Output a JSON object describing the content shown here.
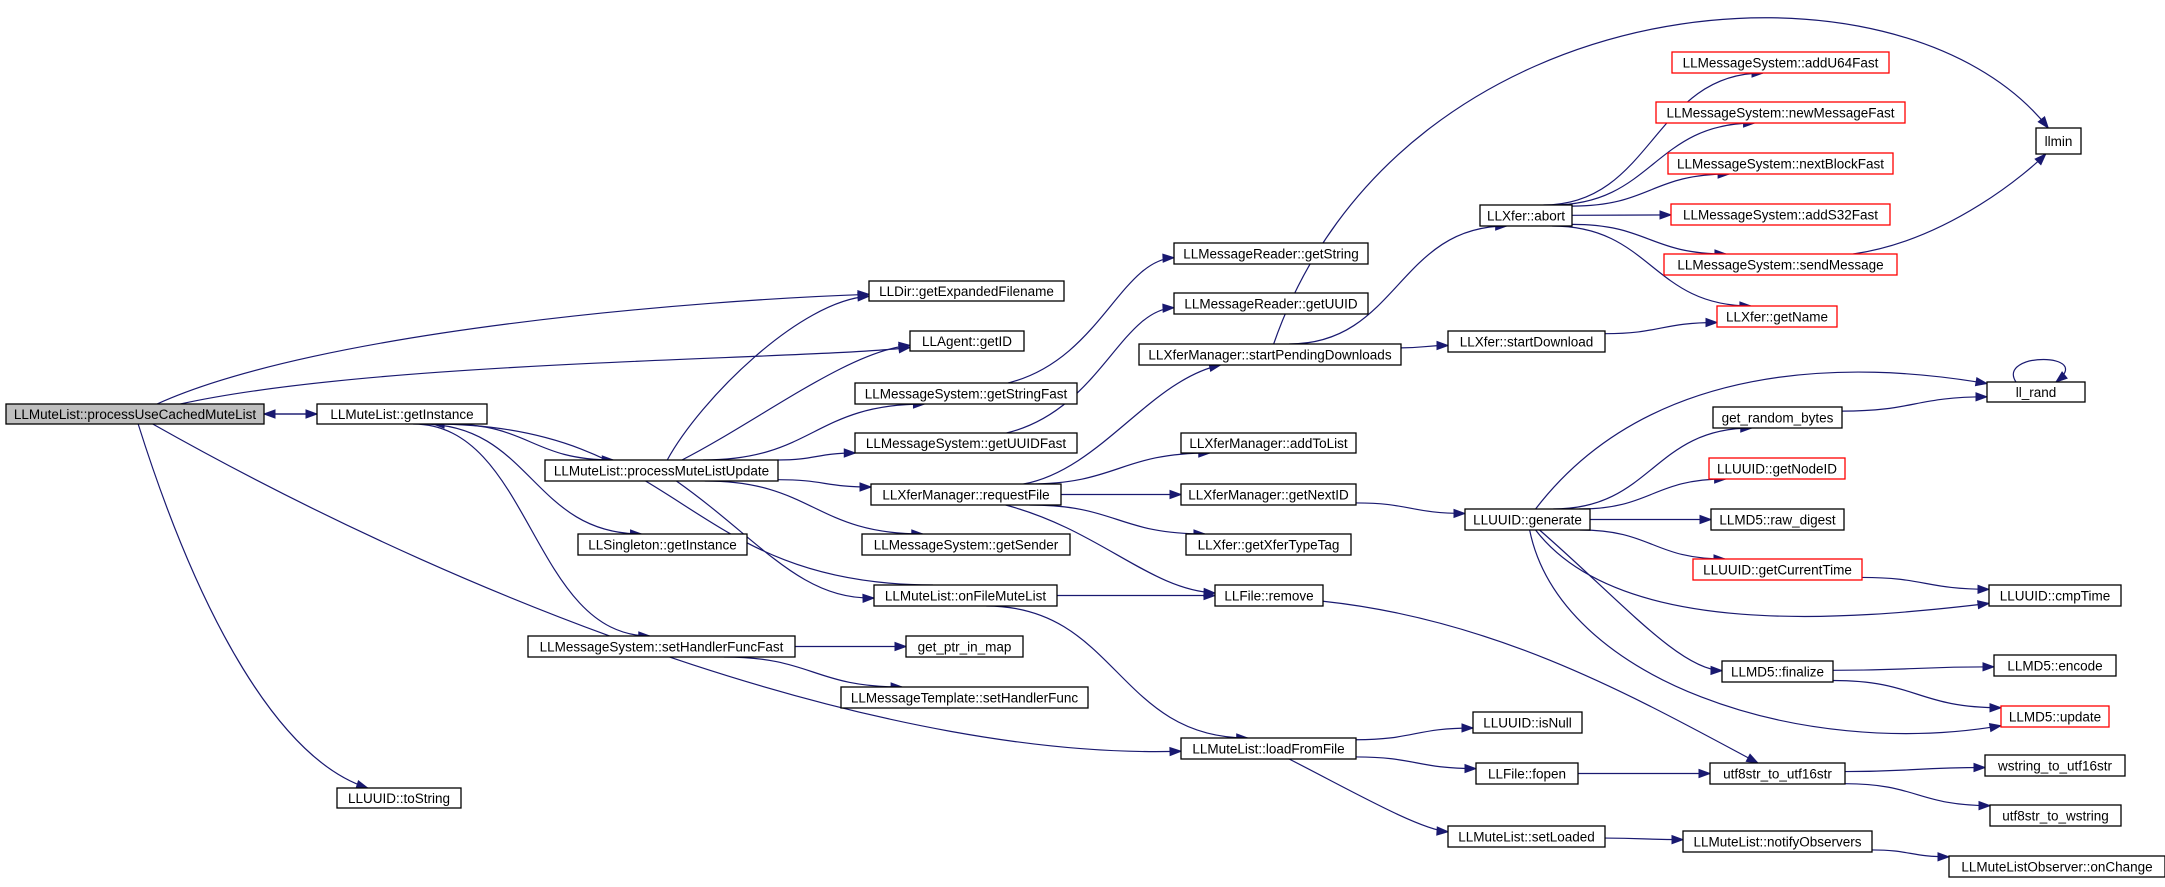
{
  "nodes": {
    "processUseCachedMuteList": {
      "label": "LLMuteList::processUseCachedMuteList",
      "style": "root"
    },
    "getInstance": {
      "label": "LLMuteList::getInstance",
      "style": "normal"
    },
    "toString": {
      "label": "LLUUID::toString",
      "style": "normal"
    },
    "getExpandedFilename": {
      "label": "LLDir::getExpandedFilename",
      "style": "normal"
    },
    "agentGetID": {
      "label": "LLAgent::getID",
      "style": "normal"
    },
    "processMuteListUpdate": {
      "label": "LLMuteList::processMuteListUpdate",
      "style": "normal"
    },
    "singletonGetInstance": {
      "label": "LLSingleton::getInstance",
      "style": "normal"
    },
    "setHandlerFuncFast": {
      "label": "LLMessageSystem::setHandlerFuncFast",
      "style": "normal"
    },
    "getStringFast": {
      "label": "LLMessageSystem::getStringFast",
      "style": "normal"
    },
    "getUUIDFast": {
      "label": "LLMessageSystem::getUUIDFast",
      "style": "normal"
    },
    "requestFile": {
      "label": "LLXferManager::requestFile",
      "style": "normal"
    },
    "getSender": {
      "label": "LLMessageSystem::getSender",
      "style": "normal"
    },
    "onFileMuteList": {
      "label": "LLMuteList::onFileMuteList",
      "style": "normal"
    },
    "getPtrInMap": {
      "label": "get_ptr_in_map",
      "style": "normal"
    },
    "setHandlerFunc": {
      "label": "LLMessageTemplate::setHandlerFunc",
      "style": "normal"
    },
    "readerGetString": {
      "label": "LLMessageReader::getString",
      "style": "normal"
    },
    "readerGetUUID": {
      "label": "LLMessageReader::getUUID",
      "style": "normal"
    },
    "startPendingDownloads": {
      "label": "LLXferManager::startPendingDownloads",
      "style": "normal"
    },
    "addToList": {
      "label": "LLXferManager::addToList",
      "style": "normal"
    },
    "getNextID": {
      "label": "LLXferManager::getNextID",
      "style": "normal"
    },
    "getXferTypeTag": {
      "label": "LLXfer::getXferTypeTag",
      "style": "normal"
    },
    "fileRemove": {
      "label": "LLFile::remove",
      "style": "normal"
    },
    "loadFromFile": {
      "label": "LLMuteList::loadFromFile",
      "style": "normal"
    },
    "xferAbort": {
      "label": "LLXfer::abort",
      "style": "normal"
    },
    "startDownload": {
      "label": "LLXfer::startDownload",
      "style": "normal"
    },
    "uuidGenerate": {
      "label": "LLUUID::generate",
      "style": "normal"
    },
    "isNull": {
      "label": "LLUUID::isNull",
      "style": "normal"
    },
    "fopen": {
      "label": "LLFile::fopen",
      "style": "normal"
    },
    "setLoaded": {
      "label": "LLMuteList::setLoaded",
      "style": "normal"
    },
    "addU64Fast": {
      "label": "LLMessageSystem::addU64Fast",
      "style": "truncated"
    },
    "newMessageFast": {
      "label": "LLMessageSystem::newMessageFast",
      "style": "truncated"
    },
    "nextBlockFast": {
      "label": "LLMessageSystem::nextBlockFast",
      "style": "truncated"
    },
    "addS32Fast": {
      "label": "LLMessageSystem::addS32Fast",
      "style": "truncated"
    },
    "sendMessage": {
      "label": "LLMessageSystem::sendMessage",
      "style": "truncated"
    },
    "xferGetName": {
      "label": "LLXfer::getName",
      "style": "truncated"
    },
    "getRandomBytes": {
      "label": "get_random_bytes",
      "style": "normal"
    },
    "getNodeID": {
      "label": "LLUUID::getNodeID",
      "style": "truncated"
    },
    "rawDigest": {
      "label": "LLMD5::raw_digest",
      "style": "normal"
    },
    "getCurrentTime": {
      "label": "LLUUID::getCurrentTime",
      "style": "truncated"
    },
    "md5Finalize": {
      "label": "LLMD5::finalize",
      "style": "normal"
    },
    "utf8ToUtf16": {
      "label": "utf8str_to_utf16str",
      "style": "normal"
    },
    "notifyObservers": {
      "label": "LLMuteList::notifyObservers",
      "style": "normal"
    },
    "llmin": {
      "label": "llmin",
      "style": "normal"
    },
    "llRand": {
      "label": "ll_rand",
      "style": "normal"
    },
    "cmpTime": {
      "label": "LLUUID::cmpTime",
      "style": "normal"
    },
    "md5Encode": {
      "label": "LLMD5::encode",
      "style": "normal"
    },
    "md5Update": {
      "label": "LLMD5::update",
      "style": "truncated"
    },
    "wstringToUtf16": {
      "label": "wstring_to_utf16str",
      "style": "normal"
    },
    "utf8ToWstring": {
      "label": "utf8str_to_wstring",
      "style": "normal"
    },
    "onChange": {
      "label": "LLMuteListObserver::onChange",
      "style": "normal"
    }
  },
  "edges": [
    [
      "processUseCachedMuteList",
      "getInstance"
    ],
    [
      "processUseCachedMuteList",
      "toString"
    ],
    [
      "processUseCachedMuteList",
      "getExpandedFilename"
    ],
    [
      "processUseCachedMuteList",
      "agentGetID"
    ],
    [
      "processUseCachedMuteList",
      "loadFromFile"
    ],
    [
      "getInstance",
      "processUseCachedMuteList"
    ],
    [
      "getInstance",
      "singletonGetInstance"
    ],
    [
      "getInstance",
      "setHandlerFuncFast"
    ],
    [
      "getInstance",
      "processMuteListUpdate"
    ],
    [
      "onFileMuteList",
      "getInstance"
    ],
    [
      "processMuteListUpdate",
      "getExpandedFilename"
    ],
    [
      "processMuteListUpdate",
      "agentGetID"
    ],
    [
      "processMuteListUpdate",
      "getStringFast"
    ],
    [
      "processMuteListUpdate",
      "getUUIDFast"
    ],
    [
      "processMuteListUpdate",
      "requestFile"
    ],
    [
      "processMuteListUpdate",
      "getSender"
    ],
    [
      "processMuteListUpdate",
      "onFileMuteList"
    ],
    [
      "setHandlerFuncFast",
      "getPtrInMap"
    ],
    [
      "setHandlerFuncFast",
      "setHandlerFunc"
    ],
    [
      "getStringFast",
      "readerGetString"
    ],
    [
      "getUUIDFast",
      "readerGetUUID"
    ],
    [
      "requestFile",
      "startPendingDownloads"
    ],
    [
      "requestFile",
      "addToList"
    ],
    [
      "requestFile",
      "getNextID"
    ],
    [
      "requestFile",
      "getXferTypeTag"
    ],
    [
      "requestFile",
      "fileRemove"
    ],
    [
      "onFileMuteList",
      "fileRemove"
    ],
    [
      "onFileMuteList",
      "loadFromFile"
    ],
    [
      "startPendingDownloads",
      "xferAbort"
    ],
    [
      "startPendingDownloads",
      "startDownload"
    ],
    [
      "startPendingDownloads",
      "llmin"
    ],
    [
      "xferAbort",
      "addU64Fast"
    ],
    [
      "xferAbort",
      "newMessageFast"
    ],
    [
      "xferAbort",
      "nextBlockFast"
    ],
    [
      "xferAbort",
      "addS32Fast"
    ],
    [
      "xferAbort",
      "sendMessage"
    ],
    [
      "xferAbort",
      "xferGetName"
    ],
    [
      "startDownload",
      "xferGetName"
    ],
    [
      "sendMessage",
      "llmin"
    ],
    [
      "getNextID",
      "uuidGenerate"
    ],
    [
      "uuidGenerate",
      "getRandomBytes"
    ],
    [
      "uuidGenerate",
      "getNodeID"
    ],
    [
      "uuidGenerate",
      "rawDigest"
    ],
    [
      "uuidGenerate",
      "getCurrentTime"
    ],
    [
      "uuidGenerate",
      "cmpTime"
    ],
    [
      "uuidGenerate",
      "md5Finalize"
    ],
    [
      "uuidGenerate",
      "md5Update"
    ],
    [
      "uuidGenerate",
      "llRand"
    ],
    [
      "getRandomBytes",
      "llRand"
    ],
    [
      "llRand",
      "llRand"
    ],
    [
      "getCurrentTime",
      "cmpTime"
    ],
    [
      "md5Finalize",
      "md5Encode"
    ],
    [
      "md5Finalize",
      "md5Update"
    ],
    [
      "fileRemove",
      "utf8ToUtf16"
    ],
    [
      "loadFromFile",
      "isNull"
    ],
    [
      "loadFromFile",
      "fopen"
    ],
    [
      "loadFromFile",
      "setLoaded"
    ],
    [
      "fopen",
      "utf8ToUtf16"
    ],
    [
      "utf8ToUtf16",
      "wstringToUtf16"
    ],
    [
      "utf8ToUtf16",
      "utf8ToWstring"
    ],
    [
      "setLoaded",
      "notifyObservers"
    ],
    [
      "notifyObservers",
      "onChange"
    ]
  ],
  "colors": {
    "edge": "#191970",
    "node_border": "#000000",
    "truncated_border": "#ff0000",
    "root_fill": "#bfbfbf"
  }
}
